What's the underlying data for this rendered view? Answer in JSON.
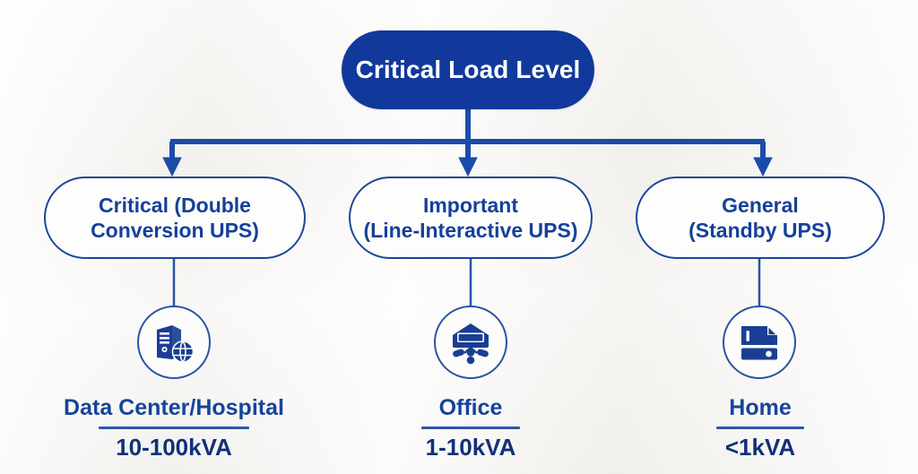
{
  "diagram": {
    "type": "tree-hierarchy",
    "title": "Critical Load Level",
    "colors": {
      "root_fill": "#11399B",
      "root_text": "#FFFFFF",
      "node_fill": "#FDFDFC",
      "node_border": "#1C4699",
      "node_text": "#15409A",
      "connector": "#1B4BA8",
      "icon": "#1A3E93",
      "caption_text": "#18439C",
      "rule": "#2D56A8",
      "background": "#F4F3F0"
    },
    "root": {
      "label": "Critical Load Level"
    },
    "branches": [
      {
        "node_line1": "Critical (Double",
        "node_line2": "Conversion UPS)",
        "icon": "server-globe-icon",
        "caption_name": "Data Center/Hospital",
        "caption_value": "10-100kVA"
      },
      {
        "node_line1": "Important",
        "node_line2": "(Line-Interactive UPS)",
        "icon": "network-hub-icon",
        "caption_name": "Office",
        "caption_value": "1-10kVA"
      },
      {
        "node_line1": "General",
        "node_line2": "(Standby UPS)",
        "icon": "home-device-icon",
        "caption_name": "Home",
        "caption_value": "<1kVA"
      }
    ]
  }
}
